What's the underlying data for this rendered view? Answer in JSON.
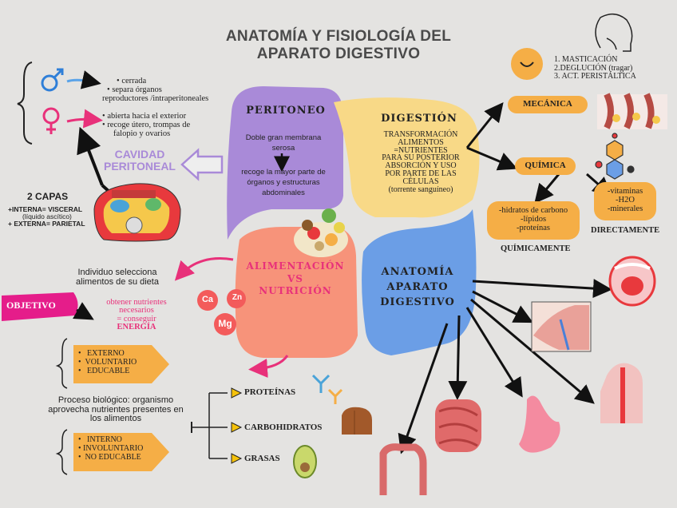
{
  "title": {
    "line1": "ANATOMÍA Y FISIOLOGÍA DEL",
    "line2": "APARATO DIGESTIVO"
  },
  "sex": {
    "male_items": [
      "cerrada",
      "separa órganos",
      "reproductores /intraperitoneales"
    ],
    "female_items": [
      "abierta hacia el exterior",
      "recoge útero, trompas de",
      "falopio y ovarios"
    ]
  },
  "cavidad": {
    "line1": "CAVIDAD",
    "line2": "PERITONEAL"
  },
  "capas": {
    "title": "2 CAPAS",
    "interna": "+INTERNA= VISCERAL",
    "interna_note": "(líquido ascítico)",
    "externa": "+ EXTERNA= PARIETAL"
  },
  "peritoneo": {
    "title": "PERITONEO",
    "def1": "Doble gran membrana",
    "def2": "serosa",
    "role1": "recoge la mayor parte de",
    "role2": "órganos y estructuras",
    "role3": "abdominales"
  },
  "digestion": {
    "title": "DIGESTIÓN",
    "lines": [
      "TRANSFORMACIÓN",
      "ALIMENTOS",
      "=NUTRIENTES",
      "PARA SU POSTERIOR",
      "ABSORCIÓN Y USO",
      "POR PARTE DE LAS",
      "CÉLULAS",
      "(torrente sanguíneo)"
    ]
  },
  "mecanica": {
    "label": "MECÁNICA",
    "steps": [
      "1.     MASTICACIÓN",
      "2.DEGLUCIÓN (tragar)",
      "3. ACT. PERISTÁLTICA"
    ]
  },
  "quimica": {
    "label": "QUÍMICA",
    "left_items": [
      "-hidratos de carbono",
      "-lípidos",
      "-proteínas"
    ],
    "left_caption": "QUÍMICAMENTE",
    "right_items": [
      "-vitaminas",
      "-H2O",
      "-minerales"
    ],
    "right_caption": "DIRECTAMENTE"
  },
  "alimentacion": {
    "line1": "ALIMENTACIÓN",
    "line2": "VS",
    "line3": "NUTRICIÓN",
    "minerals": [
      "Ca",
      "Zn",
      "Mg"
    ]
  },
  "anatomia": {
    "line1": "ANATOMÍA",
    "line2": "APARATO",
    "line3": "DIGESTIVO"
  },
  "alim_def": {
    "line1": "Individuo selecciona",
    "line2": "alimentos de su dieta"
  },
  "objetivo": {
    "label": "OBJETIVO",
    "lines": [
      "obtener nutrientes",
      "necesarios",
      "= conseguir"
    ],
    "emph": "ENERGÍA"
  },
  "alim_traits": [
    "EXTERNO",
    "VOLUNTARIO",
    "EDUCABLE"
  ],
  "nutri_def": {
    "line1": "Proceso biológico: organismo",
    "line2": "aprovecha nutrientes presentes en",
    "line3": "los alimentos"
  },
  "nutri_traits": [
    "INTERNO",
    "INVOLUNTARIO",
    "NO EDUCABLE"
  ],
  "macros": [
    "PROTEÍNAS",
    "CARBOHIDRATOS",
    "GRASAS"
  ],
  "colors": {
    "purple": "#a98ad8",
    "yellow": "#f8d987",
    "salmon": "#f7937a",
    "blue": "#6b9ee6",
    "orange": "#f5ae46",
    "pink": "#e8317a",
    "magenta": "#e51d8a"
  }
}
